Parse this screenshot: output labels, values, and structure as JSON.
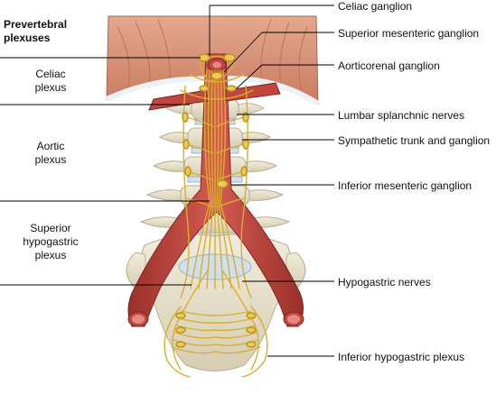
{
  "header": {
    "title_line1": "Prevertebral",
    "title_line2": "plexuses"
  },
  "left_labels": {
    "celiac": [
      "Celiac",
      "plexus"
    ],
    "aortic": [
      "Aortic",
      "plexus"
    ],
    "superior_hypogastric": [
      "Superior",
      "hypogastric",
      "plexus"
    ]
  },
  "right_labels": {
    "celiac_ganglion": "Celiac ganglion",
    "superior_mesenteric_ganglion": "Superior mesenteric ganglion",
    "aorticorenal_ganglion": "Aorticorenal ganglion",
    "lumbar_splanchnic_nerves": "Lumbar splanchnic nerves",
    "sympathetic_trunk": "Sympathetic trunk and ganglion",
    "inferior_mesenteric_ganglion": "Inferior mesenteric ganglion",
    "hypogastric_nerves": "Hypogastric nerves",
    "inferior_hypogastric_plexus": "Inferior hypogastric plexus"
  },
  "colors": {
    "muscle": "#d9957a",
    "muscle_dark": "#b86e55",
    "bone": "#e8e2cf",
    "bone_shadow": "#c9c0a4",
    "artery": "#c0463f",
    "artery_dark": "#8e2b27",
    "nerve": "#e8c24a",
    "nerve_dark": "#b9921f",
    "leader": "#000000"
  }
}
